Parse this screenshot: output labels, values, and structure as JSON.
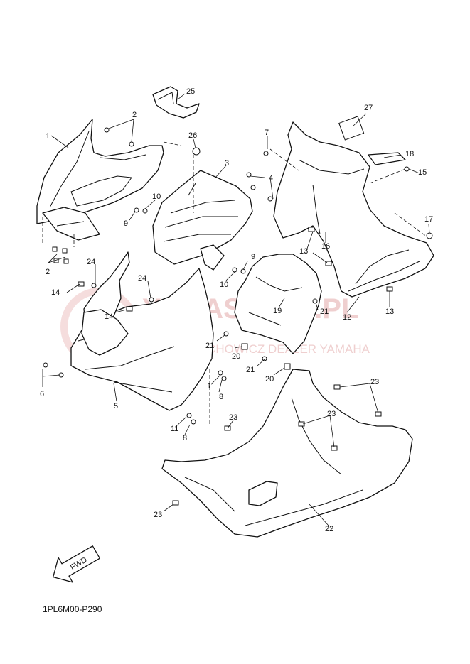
{
  "diagram": {
    "code": "1PL6M00-P290",
    "fwd_label": "FWD",
    "watermark": {
      "title": "YAMASKLEP.PL",
      "subtitle": "WOJCIECHOWICZ DEALER YAMAHA"
    },
    "callouts": [
      {
        "id": "c1",
        "label": "1"
      },
      {
        "id": "c2a",
        "label": "2"
      },
      {
        "id": "c2b",
        "label": "2"
      },
      {
        "id": "c3",
        "label": "3"
      },
      {
        "id": "c4",
        "label": "4"
      },
      {
        "id": "c5",
        "label": "5"
      },
      {
        "id": "c6",
        "label": "6"
      },
      {
        "id": "c7",
        "label": "7"
      },
      {
        "id": "c8a",
        "label": "8"
      },
      {
        "id": "c8b",
        "label": "8"
      },
      {
        "id": "c9a",
        "label": "9"
      },
      {
        "id": "c9b",
        "label": "9"
      },
      {
        "id": "c10a",
        "label": "10"
      },
      {
        "id": "c10b",
        "label": "10"
      },
      {
        "id": "c11a",
        "label": "11"
      },
      {
        "id": "c11b",
        "label": "11"
      },
      {
        "id": "c12",
        "label": "12"
      },
      {
        "id": "c13a",
        "label": "13"
      },
      {
        "id": "c13b",
        "label": "13"
      },
      {
        "id": "c14a",
        "label": "14"
      },
      {
        "id": "c14b",
        "label": "14"
      },
      {
        "id": "c15",
        "label": "15"
      },
      {
        "id": "c16",
        "label": "16"
      },
      {
        "id": "c17",
        "label": "17"
      },
      {
        "id": "c18",
        "label": "18"
      },
      {
        "id": "c19",
        "label": "19"
      },
      {
        "id": "c20a",
        "label": "20"
      },
      {
        "id": "c20b",
        "label": "20"
      },
      {
        "id": "c21a",
        "label": "21"
      },
      {
        "id": "c21b",
        "label": "21"
      },
      {
        "id": "c21c",
        "label": "21"
      },
      {
        "id": "c22",
        "label": "22"
      },
      {
        "id": "c23a",
        "label": "23"
      },
      {
        "id": "c23b",
        "label": "23"
      },
      {
        "id": "c23c",
        "label": "23"
      },
      {
        "id": "c23d",
        "label": "23"
      },
      {
        "id": "c24a",
        "label": "24"
      },
      {
        "id": "c24b",
        "label": "24"
      },
      {
        "id": "c25",
        "label": "25"
      },
      {
        "id": "c26",
        "label": "26"
      },
      {
        "id": "c27",
        "label": "27"
      }
    ]
  }
}
